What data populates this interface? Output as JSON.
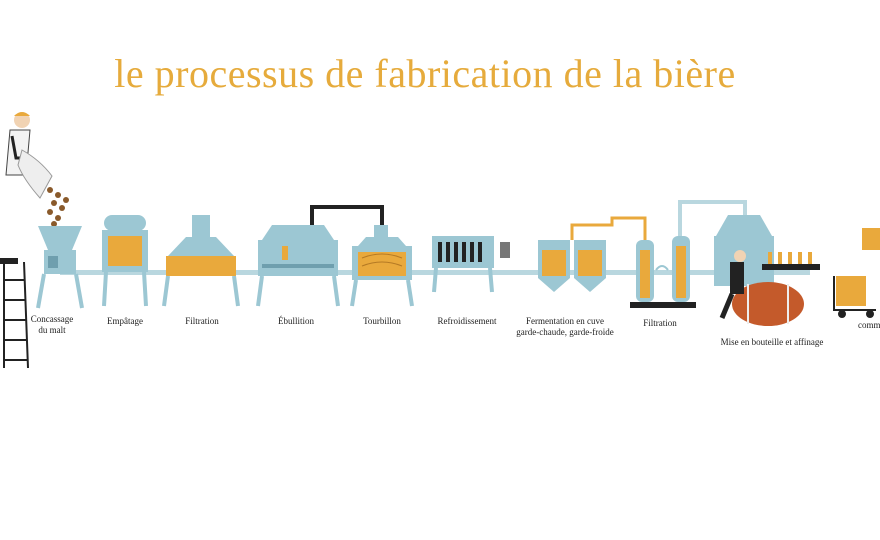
{
  "title": "le processus de fabrication de la bière",
  "steps": [
    {
      "line1": "Concassage",
      "line2": "du malt"
    },
    {
      "line1": "Empâtage"
    },
    {
      "line1": "Filtration"
    },
    {
      "line1": "Ébullition"
    },
    {
      "line1": "Tourbillon"
    },
    {
      "line1": "Refroidissement"
    },
    {
      "line1": "Fermentation en cuve",
      "line2": "garde-chaude, garde-froide"
    },
    {
      "line1": "Filtration"
    },
    {
      "line1": "Mise en bouteille et affinage"
    },
    {
      "line1": "comm"
    }
  ],
  "colors": {
    "title": "#e6ab3c",
    "machine": "#9cc7d3",
    "machine_dark": "#6f9fae",
    "beer": "#e9a93c",
    "pipe": "#b9d7df",
    "ink": "#222222"
  }
}
